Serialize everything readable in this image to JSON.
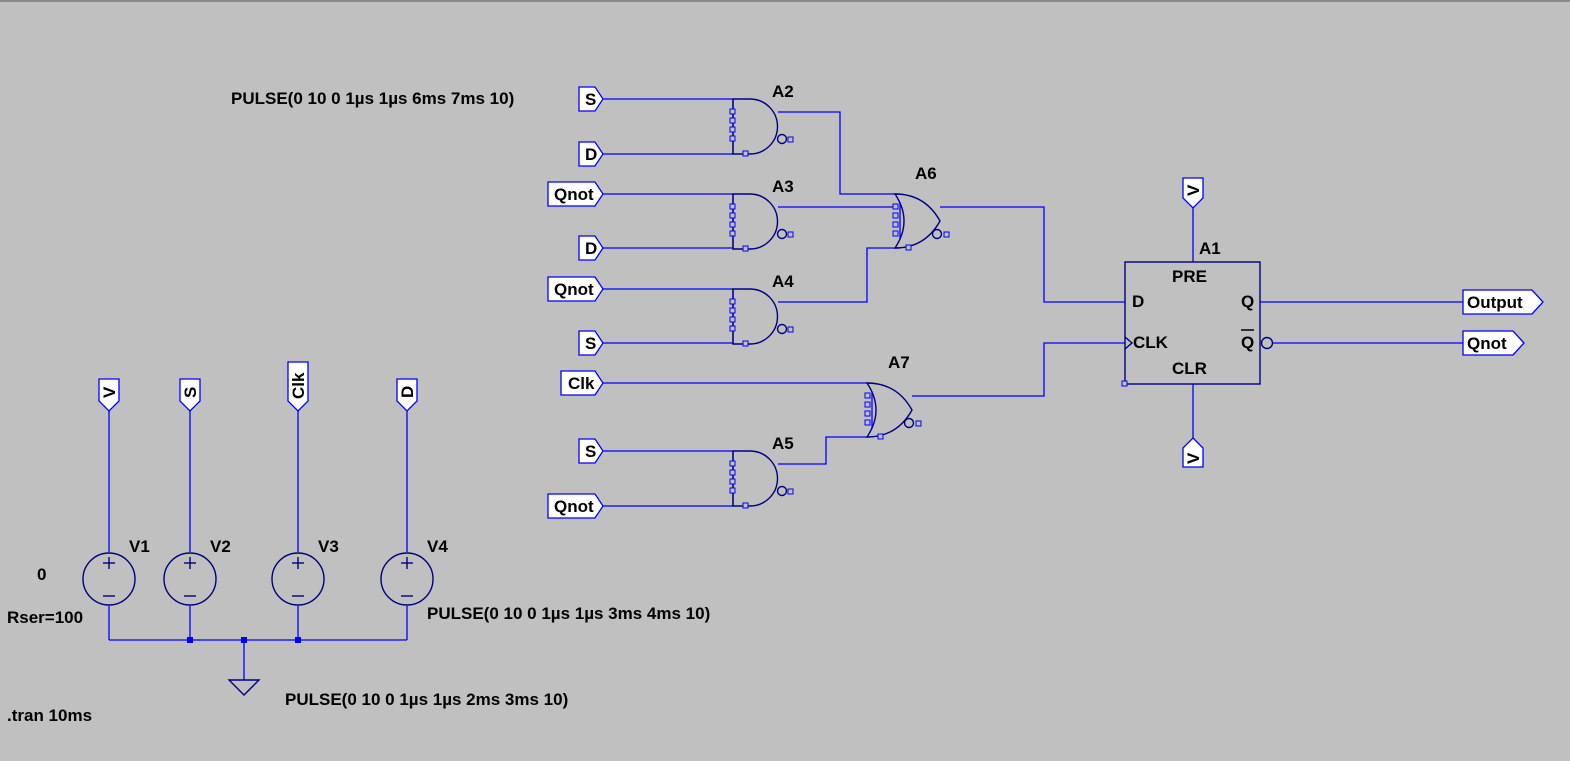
{
  "labels": {
    "pulse_s": "PULSE(0 10 0 1µs 1µs 6ms 7ms 10)",
    "pulse_d": "PULSE(0 10 0 1µs 1µs 3ms 4ms 10)",
    "pulse_clk": "PULSE(0 10 0 1µs 1µs 2ms 3ms 10)",
    "v1_value": "0",
    "v1_rser": "Rser=100",
    "tran": ".tran 10ms"
  },
  "components": {
    "a1": "A1",
    "a2": "A2",
    "a3": "A3",
    "a4": "A4",
    "a5": "A5",
    "a6": "A6",
    "a7": "A7",
    "v1": "V1",
    "v2": "V2",
    "v3": "V3",
    "v4": "V4"
  },
  "dff_pins": {
    "pre": "PRE",
    "d": "D",
    "q": "Q",
    "clk": "CLK",
    "clr": "CLR",
    "qbar": "Q"
  },
  "net_flags": {
    "a2_in1": "S",
    "a2_in2": "D",
    "a3_in1": "Qnot",
    "a3_in2": "D",
    "a4_in1": "Qnot",
    "a4_in2": "S",
    "a7_in1": "Clk",
    "a5_in1": "S",
    "a5_in2": "Qnot",
    "a1_pre": "V",
    "a1_clr": "V",
    "out_q": "Output",
    "out_qnot": "Qnot",
    "v1_top": "V",
    "v2_top": "S",
    "v3_top": "Clk",
    "v4_top": "D"
  },
  "colors": {
    "background": "#c0c0c0",
    "wire": "#0000ff",
    "symbol": "#000080",
    "text": "#000000"
  }
}
